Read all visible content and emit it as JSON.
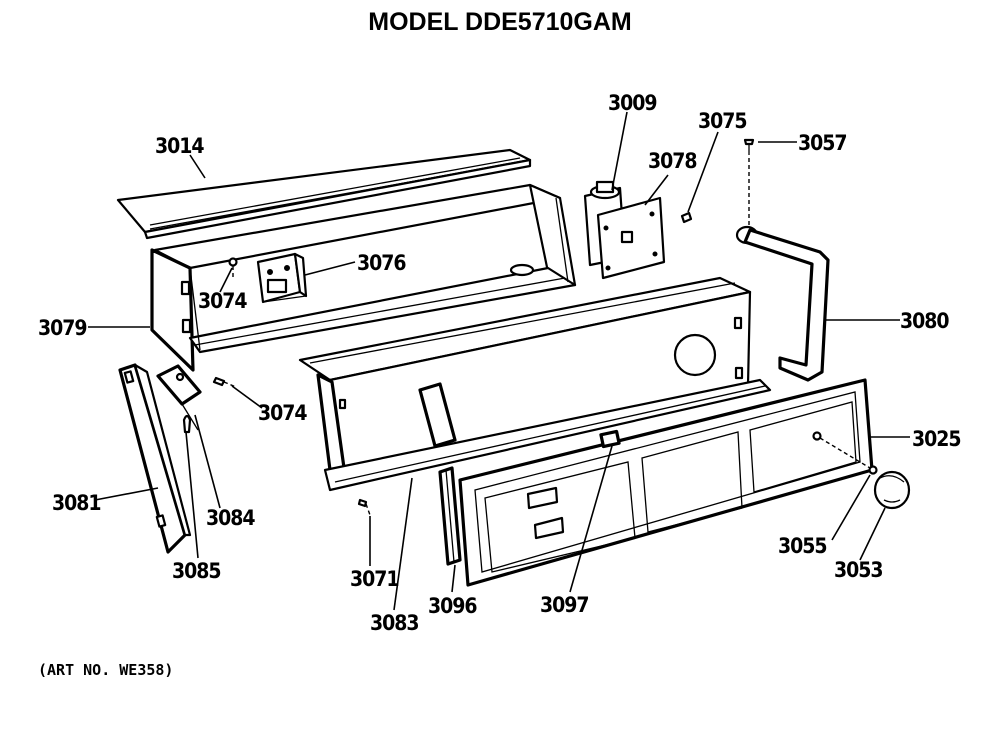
{
  "title": "MODEL DDE5710GAM",
  "art_number": "(ART NO. WE358)",
  "callouts": {
    "p3014": "3014",
    "p3079": "3079",
    "p3074a": "3074",
    "p3076": "3076",
    "p3074b": "3074",
    "p3081": "3081",
    "p3084": "3084",
    "p3085": "3085",
    "p3071": "3071",
    "p3083": "3083",
    "p3096": "3096",
    "p3097": "3097",
    "p3009": "3009",
    "p3078": "3078",
    "p3075": "3075",
    "p3057": "3057",
    "p3080": "3080",
    "p3025": "3025",
    "p3055": "3055",
    "p3053": "3053"
  }
}
